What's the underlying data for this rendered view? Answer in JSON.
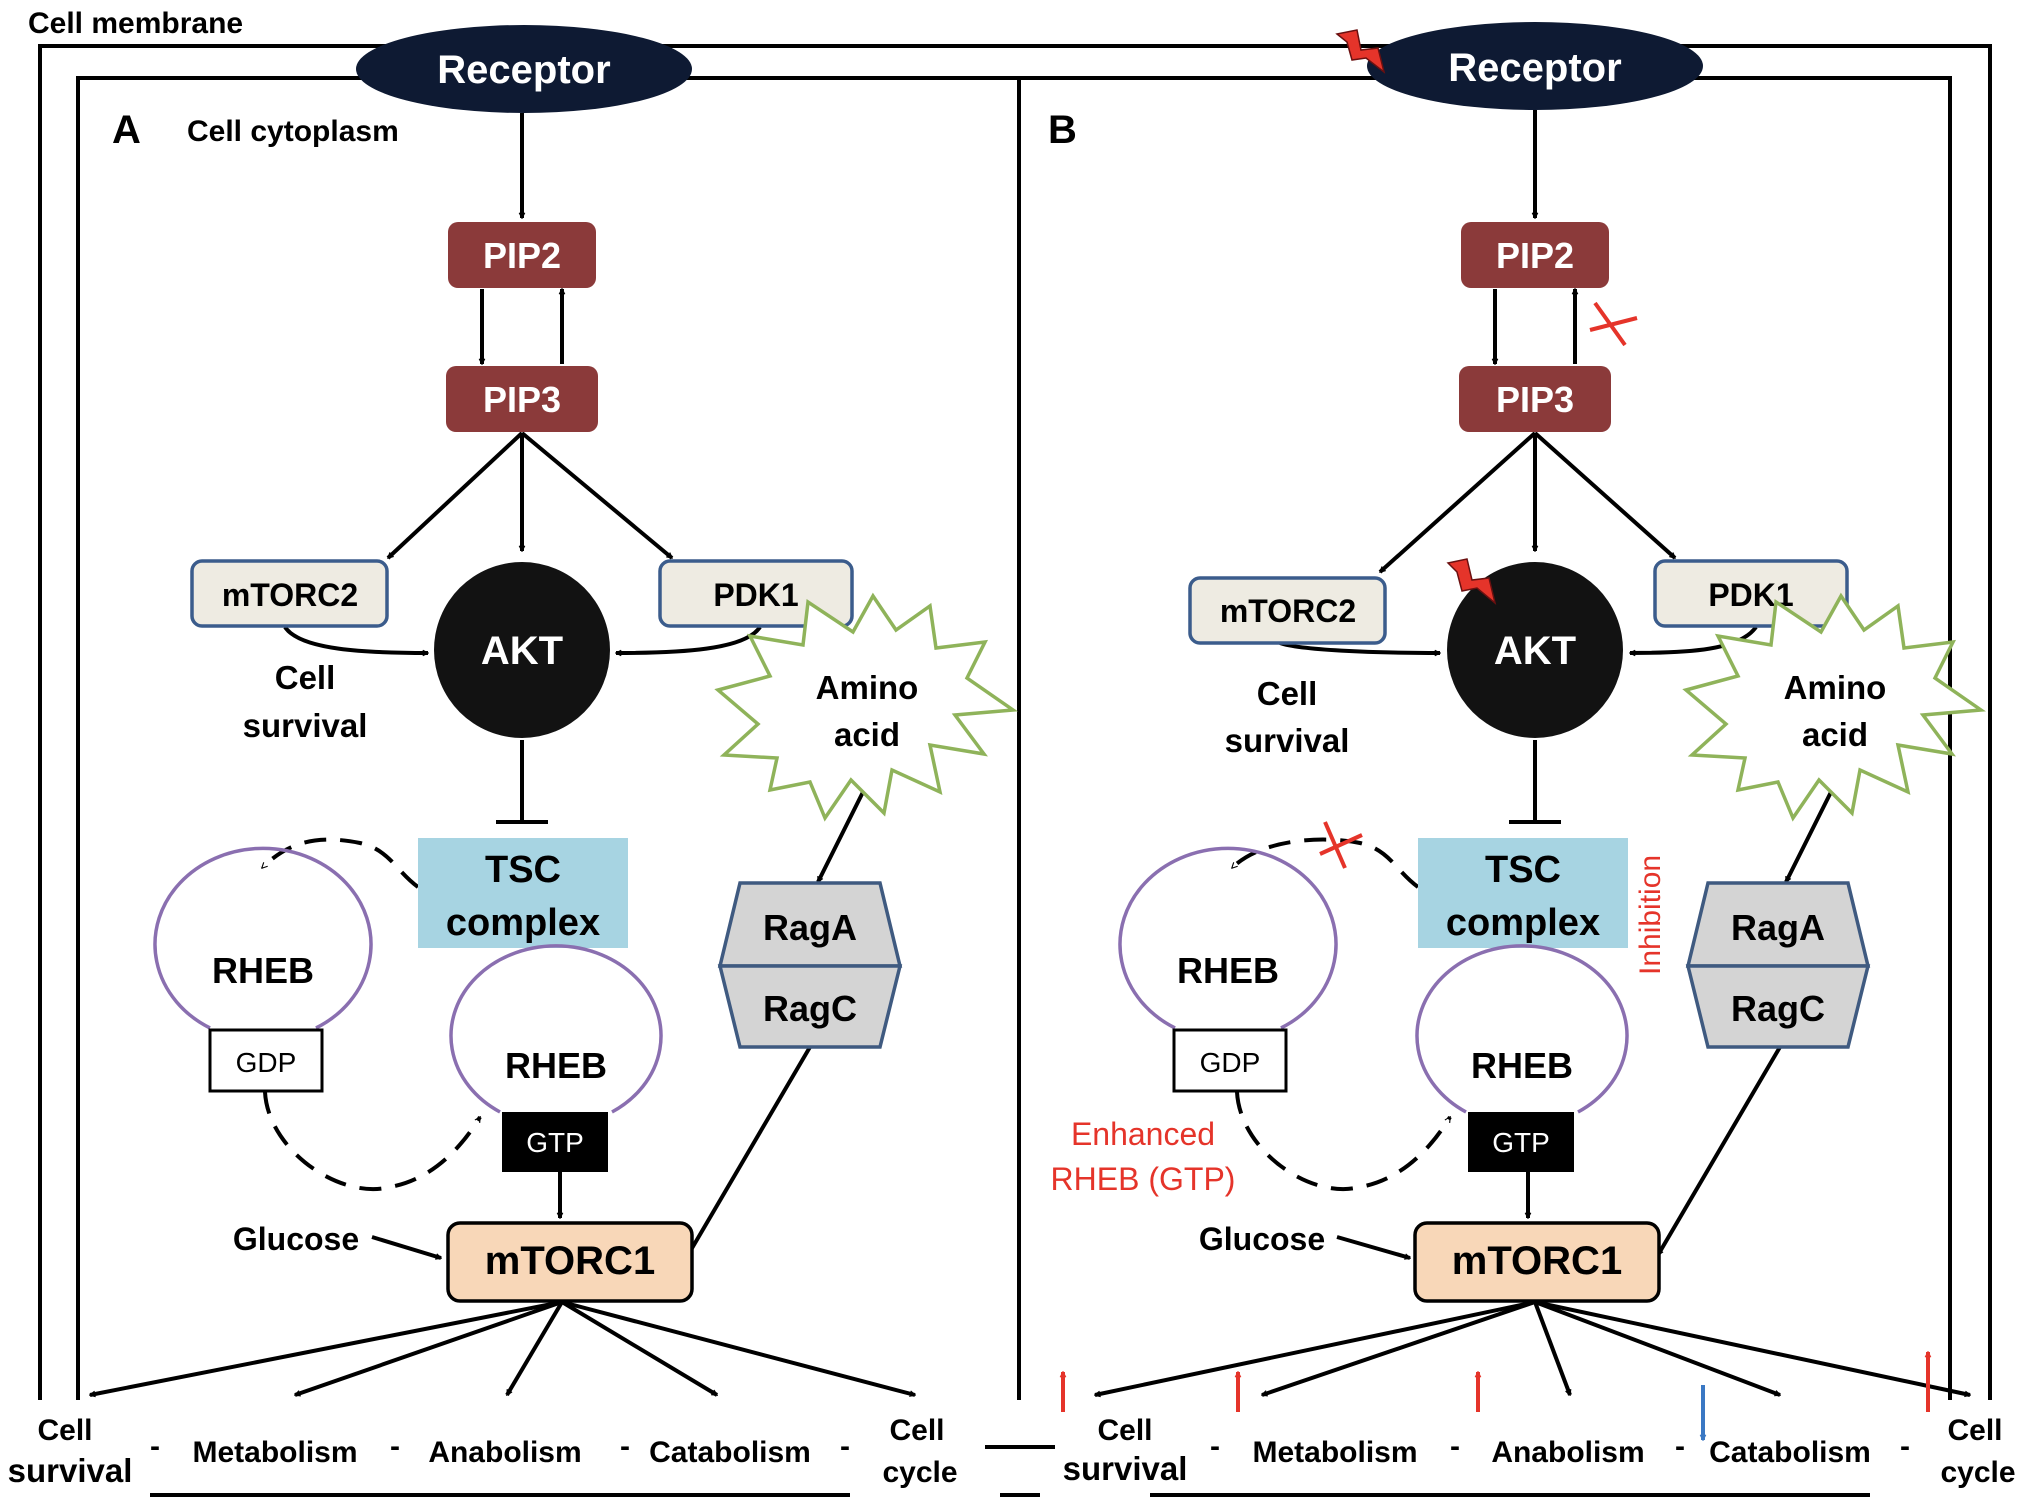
{
  "membrane_label": "Cell membrane",
  "cytoplasm_label": "Cell cytoplasm",
  "panel_a": {
    "letter": "A",
    "receptor": "Receptor",
    "pip2": "PIP2",
    "pip3": "PIP3",
    "mtorc2": "mTORC2",
    "pdk1": "PDK1",
    "akt": "AKT",
    "cell_survival_line1": "Cell",
    "cell_survival_line2": "survival",
    "amino_line1": "Amino",
    "amino_line2": "acid",
    "tsc_line1": "TSC",
    "tsc_line2": "complex",
    "rheb_gdp_label": "RHEB",
    "gdp": "GDP",
    "rheb_gtp_label": "RHEB",
    "gtp": "GTP",
    "raga": "RagA",
    "ragc": "RagC",
    "glucose": "Glucose",
    "mtorc1": "mTORC1",
    "outputs": {
      "cell_survival_line1": "Cell",
      "cell_survival_line2": "survival",
      "metabolism": "Metabolism",
      "anabolism": "Anabolism",
      "catabolism": "Catabolism",
      "cell_cycle_line1": "Cell",
      "cell_cycle_line2": "cycle"
    }
  },
  "panel_b": {
    "letter": "B",
    "receptor": "Receptor",
    "pip2": "PIP2",
    "pip3": "PIP3",
    "mtorc2": "mTORC2",
    "pdk1": "PDK1",
    "akt": "AKT",
    "cell_survival_line1": "Cell",
    "cell_survival_line2": "survival",
    "amino_line1": "Amino",
    "amino_line2": "acid",
    "tsc_line1": "TSC",
    "tsc_line2": "complex",
    "inhibition": "Inhibition",
    "rheb_gdp_label": "RHEB",
    "gdp": "GDP",
    "rheb_gtp_label": "RHEB",
    "gtp": "GTP",
    "enhanced_line1": "Enhanced",
    "enhanced_line2": "RHEB (GTP)",
    "raga": "RagA",
    "ragc": "RagC",
    "glucose": "Glucose",
    "mtorc1": "mTORC1",
    "outputs": {
      "cell_survival_line1": "Cell",
      "cell_survival_line2": "survival",
      "metabolism": "Metabolism",
      "anabolism": "Anabolism",
      "catabolism": "Catabolism",
      "cell_cycle_line1": "Cell",
      "cell_cycle_line2": "cycle"
    }
  },
  "separator": "-",
  "colors": {
    "pip": "#8b3a3a",
    "pip_text": "#ffffff",
    "receptor": "#0e1a33",
    "box_fill": "#eeebe2",
    "box_stroke": "#3b5c8c",
    "akt": "#121212",
    "tsc": "#a7d4e2",
    "rheb_stroke": "#8a6fb0",
    "rag_fill": "#d4d4d4",
    "rag_stroke": "#3f5a80",
    "mtorc1_fill": "#f8d7b8",
    "star_stroke": "#8fb35a",
    "red": "#e5342a",
    "blue": "#3a78c4"
  }
}
